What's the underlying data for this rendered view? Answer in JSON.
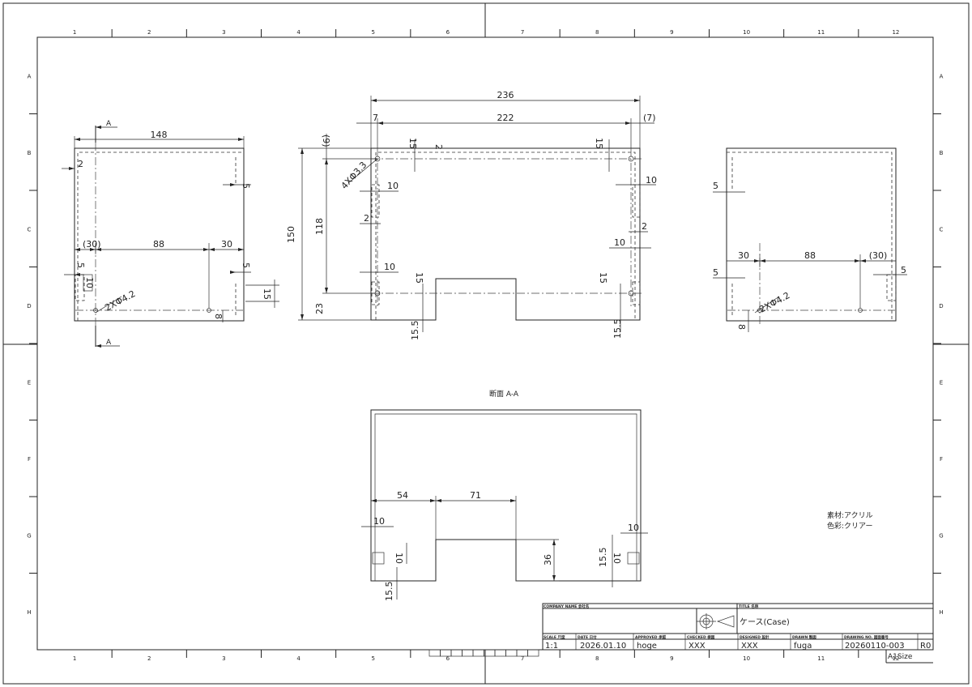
{
  "grid": {
    "columns": [
      "1",
      "2",
      "3",
      "4",
      "5",
      "6",
      "7",
      "8",
      "9",
      "10",
      "11",
      "12"
    ],
    "rows": [
      "A",
      "B",
      "C",
      "D",
      "E",
      "F",
      "G",
      "H"
    ]
  },
  "section": {
    "marker_letter": "A",
    "label": "断面 A-A"
  },
  "views": {
    "left": {
      "dims": [
        "148",
        "2",
        "5",
        "(30)",
        "88",
        "30",
        "5",
        "5",
        "10",
        "2XΦ4.2",
        "8",
        "15"
      ]
    },
    "front": {
      "dims": [
        "236",
        "7",
        "222",
        "(7)",
        "(9)",
        "150",
        "118",
        "23",
        "4XΦ3.3",
        "15",
        "2",
        "10",
        "15",
        "10",
        "2",
        "10",
        "2",
        "10",
        "15",
        "15.5",
        "15",
        "15.5"
      ]
    },
    "right": {
      "dims": [
        "5",
        "5",
        "30",
        "88",
        "(30)",
        "5",
        "2XΦ4.2",
        "8"
      ]
    },
    "section": {
      "dims": [
        "54",
        "71",
        "10",
        "10",
        "36",
        "10",
        "10",
        "15.5",
        "15.5"
      ]
    }
  },
  "notes": {
    "material": "素材:アクリル",
    "color": "色彩:クリアー"
  },
  "title_block": {
    "company_label": "COMPANY NAME 会社名",
    "title_label": "TITLE 名称",
    "title_value": "ケース(Case)",
    "scale_label": "SCALE 尺度",
    "scale_value": "1:1",
    "date_label": "DATE 日付",
    "date_value": "2026.01.10",
    "approved_label": "APPROVED 承認",
    "approved_value": "hoge",
    "checked_label": "CHECKED 検図",
    "checked_value": "XXX",
    "designed_label": "DESIGNED 設計",
    "designed_value": "XXX",
    "drawn_label": "DRAWN 製図",
    "drawn_value": "fuga",
    "drawing_no_label": "DRAWING NO. 図面番号",
    "drawing_no_value": "20260110-003",
    "rev_value": "R0",
    "size_value": "A1Size"
  }
}
